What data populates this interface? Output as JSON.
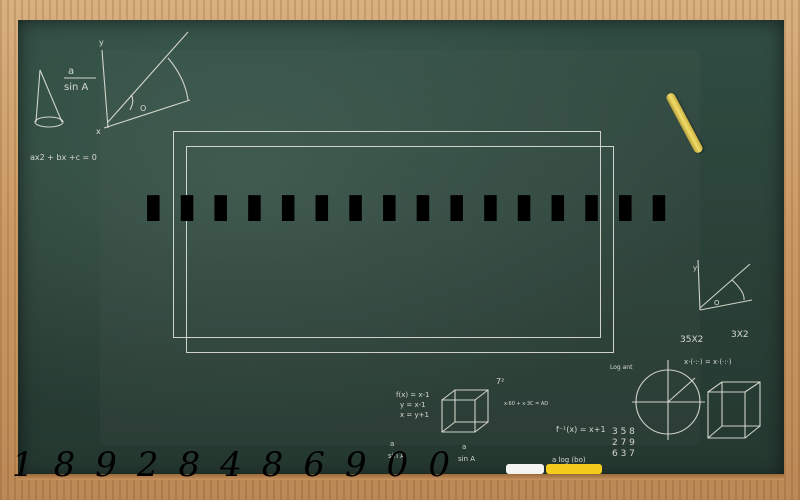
{
  "slide": {
    "title": "▮▮▮▮▮▮▮▮▮▮▮▮▮▮▮▮",
    "phone": "18928486900"
  },
  "chalk_notes": {
    "fraction_numerator": "a",
    "fraction_denominator": "sin A",
    "quadratic": "ax2 + bx +c = 0",
    "axis_y": "y",
    "axis_x": "x",
    "angle_o": "O",
    "fx_line1": "f(x) = x-1",
    "fx_line2": "y = x-1",
    "fx_line3": "x = y+1",
    "power": "7²",
    "sum_expr": "x·60 + x·3C = AD",
    "bottom_fraction_num": "a",
    "bottom_fraction_den": "sin A",
    "inverse_fx": "f⁻¹(x) = x+1",
    "matrix_row1": "3 5 8",
    "matrix_row2": "2 7 9",
    "matrix_row3": "6 3 7",
    "log_expr": "a log (bo)",
    "log_ant": "Log ant",
    "right_axis_y": "y",
    "right_angle": "O",
    "n35x2": "35X2",
    "n3x2": "3X2",
    "vectors": "x·(·:·) = x·(·:·)"
  },
  "colors": {
    "board": "#2a4037",
    "frame": "#c8965f",
    "chalk": "#ebebE1",
    "chalk_yellow": "#f4cc1c"
  }
}
